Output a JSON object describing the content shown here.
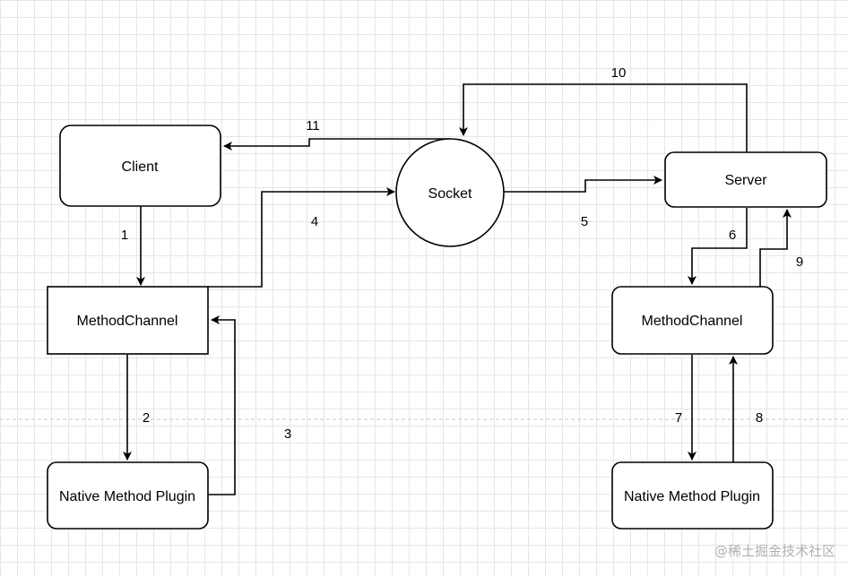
{
  "nodes": {
    "client": "Client",
    "socket": "Socket",
    "server": "Server",
    "left_method_channel": "MethodChannel",
    "right_method_channel": "MethodChannel",
    "left_native_plugin": "Native Method Plugin",
    "right_native_plugin": "Native Method Plugin"
  },
  "edges": {
    "e1": "1",
    "e2": "2",
    "e3": "3",
    "e4": "4",
    "e5": "5",
    "e6": "6",
    "e7": "7",
    "e8": "8",
    "e9": "9",
    "e10": "10",
    "e11": "11"
  },
  "watermark": "@稀土掘金技术社区"
}
